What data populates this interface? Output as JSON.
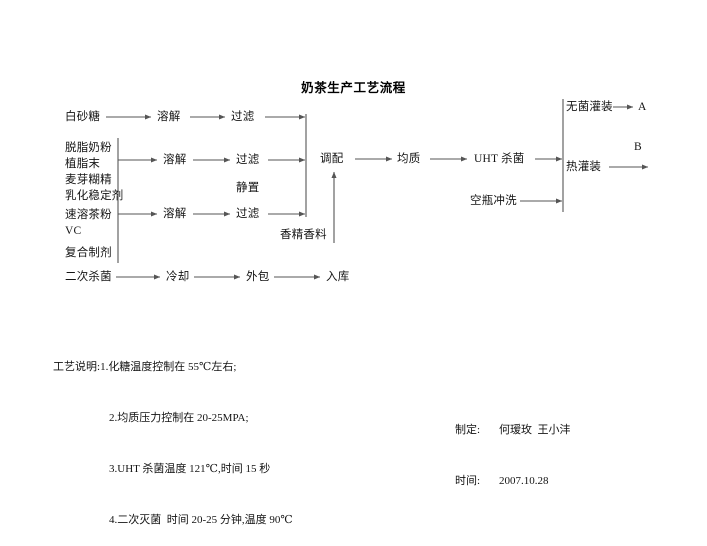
{
  "document": {
    "title": "奶茶生产工艺流程"
  },
  "flow": {
    "row_sugar": {
      "input": "白砂糖",
      "dissolve": "溶解",
      "filter": "过滤"
    },
    "row_powder": {
      "inputs": [
        "脱脂奶粉",
        "植脂末",
        "麦芽糊精",
        "乳化稳定剂"
      ],
      "dissolve": "溶解",
      "filter": "过滤",
      "settle": "静置"
    },
    "row_tea": {
      "inputs": [
        "速溶茶粉",
        "VC"
      ],
      "dissolve": "溶解",
      "filter": "过滤",
      "compound": "复合制剂",
      "flavor": "香精香料"
    },
    "main_line": {
      "blend": "调配",
      "homogenize": "均质",
      "uht": "UHT 杀菌"
    },
    "bottle": {
      "rinse": "空瓶冲洗"
    },
    "filling": {
      "aseptic": "无菌灌装",
      "aseptic_out": "A",
      "hot": "热灌装",
      "hot_out": "B"
    },
    "row_bottom": {
      "sterilize2": "二次杀菌",
      "cool": "冷却",
      "pack": "外包",
      "store": "入库"
    }
  },
  "notes": {
    "heading": "工艺说明:",
    "items": [
      "1.化糖温度控制在 55℃左右;",
      "2.均质压力控制在 20-25MPA;",
      "3.UHT 杀菌温度 121℃,时间 15 秒",
      "4.二次灭菌  时间 20-25 分钟,温度 90℃"
    ]
  },
  "signature": {
    "author_label": "制定:",
    "authors": "何瑷玫  王小沣",
    "date_label": "时间:",
    "date": "2007.10.28"
  },
  "colors": {
    "line": "#555555",
    "text": "#141414",
    "background": "#ffffff"
  }
}
